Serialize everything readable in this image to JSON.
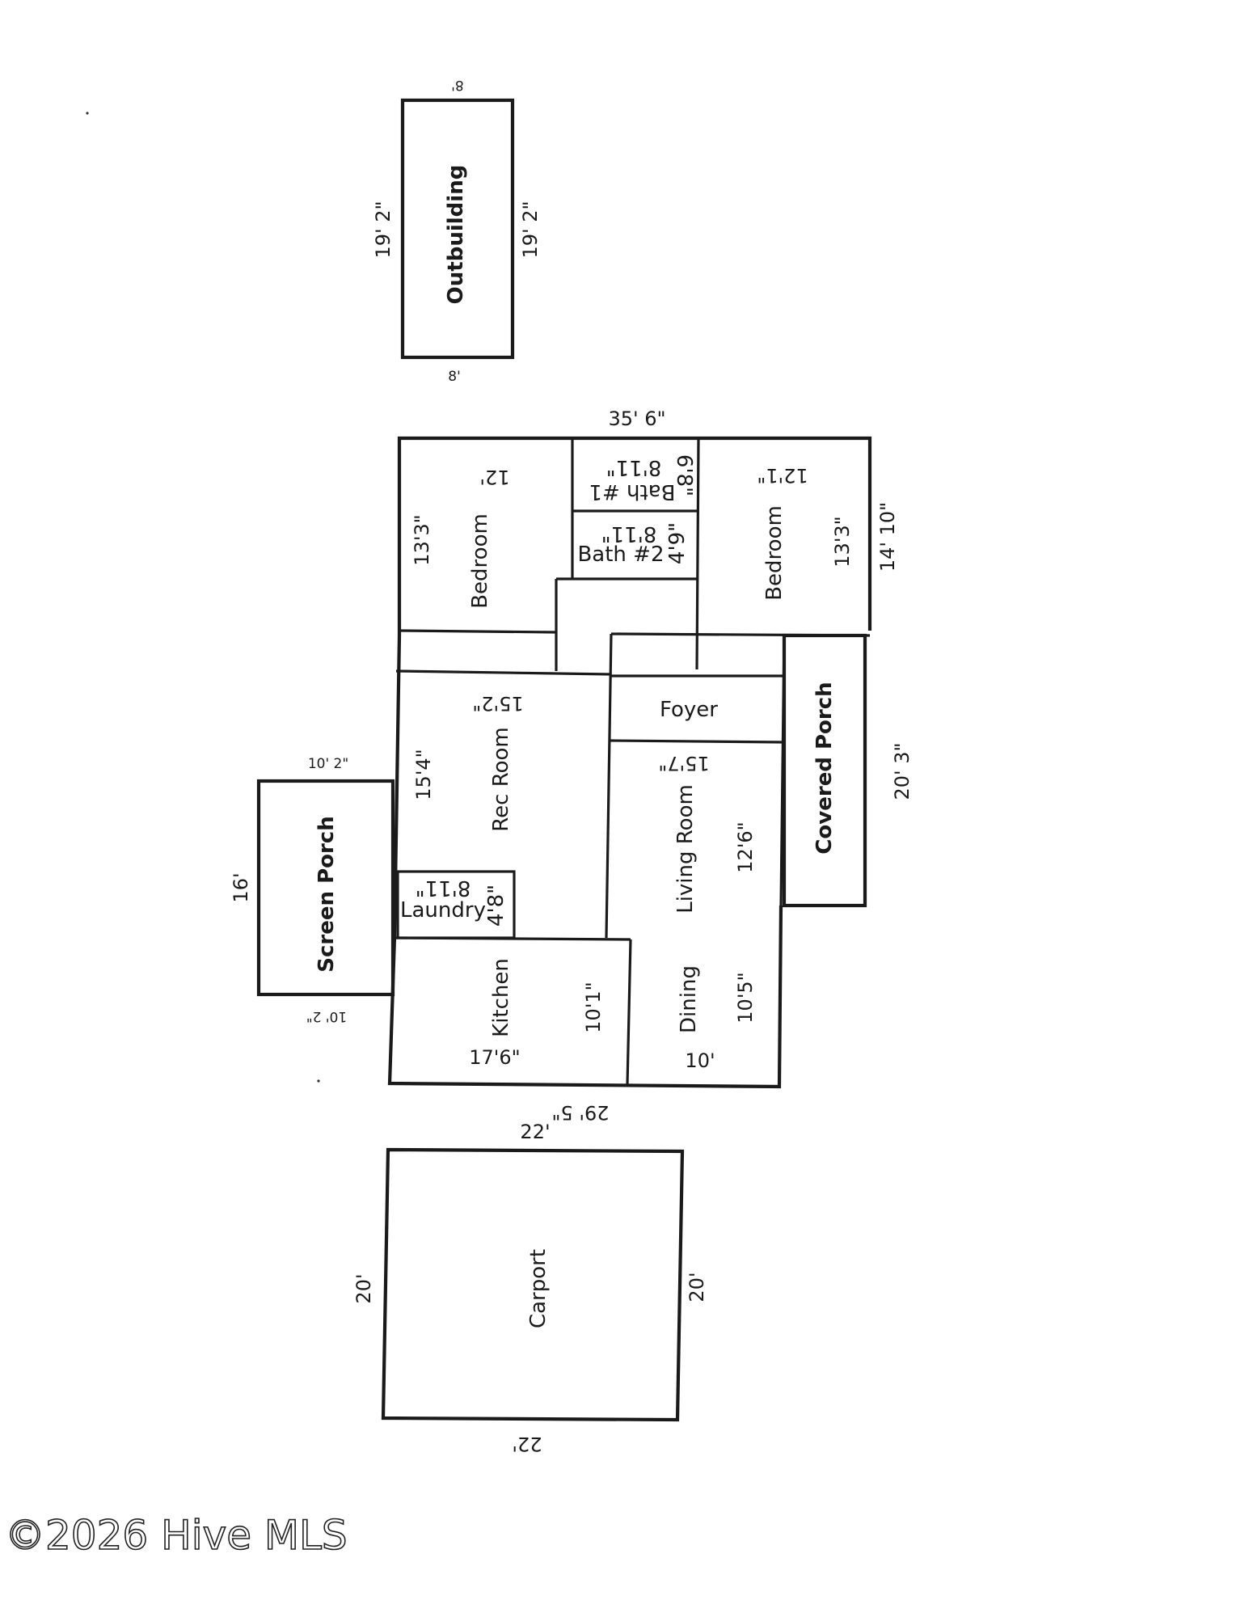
{
  "outbuilding": {
    "label": "Outbuilding",
    "dim_top": "8'",
    "dim_bottom": "8'",
    "dim_left": "19' 2\"",
    "dim_right": "19' 2\""
  },
  "house": {
    "dim_top": "35' 6\"",
    "dim_bottom": "29' 5\""
  },
  "bedroom_left": {
    "label": "Bedroom",
    "dim_width": "12'",
    "dim_height": "13'3\""
  },
  "bath1": {
    "label": "Bath #1",
    "dim_width": "8'11\"",
    "dim_height": "6'8\""
  },
  "bath2": {
    "label": "Bath #2",
    "dim_width": "8'11\"",
    "dim_height": "4'9\""
  },
  "bedroom_right": {
    "label": "Bedroom",
    "dim_width": "12'1\"",
    "dim_height": "13'3\"",
    "dim_outer": "14' 10\""
  },
  "foyer": {
    "label": "Foyer"
  },
  "covered_porch": {
    "label": "Covered Porch",
    "dim": "20' 3\""
  },
  "rec_room": {
    "label": "Rec Room",
    "dim_width": "15'2\"",
    "dim_height": "15'4\""
  },
  "living_room": {
    "label": "Living Room",
    "dim_width": "15'7\"",
    "dim_height": "12'6\""
  },
  "screen_porch": {
    "label": "Screen Porch",
    "dim_top": "10' 2\"",
    "dim_bottom": "10' 2\"",
    "dim_side": "16'"
  },
  "laundry": {
    "label": "Laundry",
    "dim_width": "8'11\"",
    "dim_height": "4'8\""
  },
  "kitchen": {
    "label": "Kitchen",
    "dim_width": "17'6\"",
    "dim_height": "10'1\""
  },
  "dining": {
    "label": "Dining",
    "dim_width": "10'",
    "dim_height": "10'5\""
  },
  "carport": {
    "label": "Carport",
    "dim_top": "22'",
    "dim_bottom": "22'",
    "dim_left": "20'",
    "dim_right": "20'"
  },
  "watermark": "©2026 Hive MLS"
}
